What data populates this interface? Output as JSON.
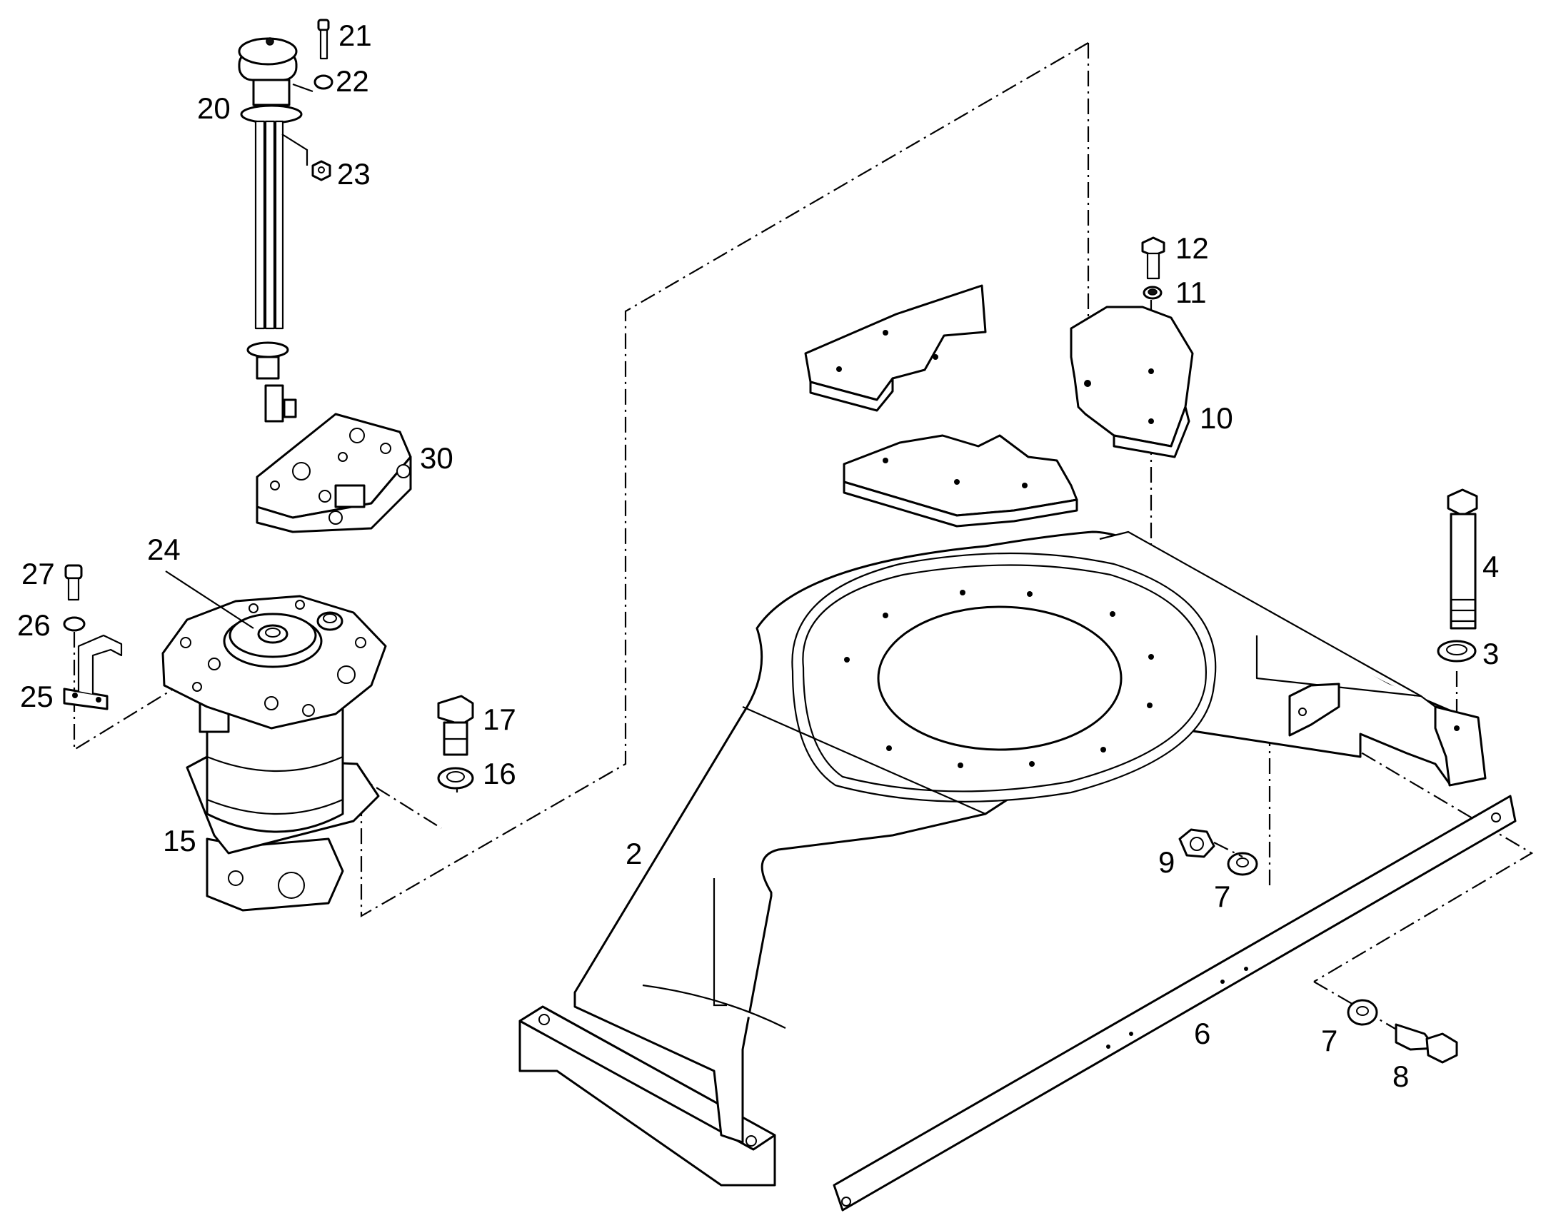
{
  "callouts": [
    {
      "id": "label-21",
      "text": "21"
    },
    {
      "id": "label-22",
      "text": "22"
    },
    {
      "id": "label-20",
      "text": "20"
    },
    {
      "id": "label-23",
      "text": "23"
    },
    {
      "id": "label-30",
      "text": "30"
    },
    {
      "id": "label-24",
      "text": "24"
    },
    {
      "id": "label-27",
      "text": "27"
    },
    {
      "id": "label-26",
      "text": "26"
    },
    {
      "id": "label-25",
      "text": "25"
    },
    {
      "id": "label-17",
      "text": "17"
    },
    {
      "id": "label-16",
      "text": "16"
    },
    {
      "id": "label-15",
      "text": "15"
    },
    {
      "id": "label-2",
      "text": "2"
    },
    {
      "id": "label-12",
      "text": "12"
    },
    {
      "id": "label-11",
      "text": "11"
    },
    {
      "id": "label-10",
      "text": "10"
    },
    {
      "id": "label-4",
      "text": "4"
    },
    {
      "id": "label-3",
      "text": "3"
    },
    {
      "id": "label-9",
      "text": "9"
    },
    {
      "id": "label-7a",
      "text": "7"
    },
    {
      "id": "label-6",
      "text": "6"
    },
    {
      "id": "label-7b",
      "text": "7"
    },
    {
      "id": "label-8",
      "text": "8"
    }
  ]
}
